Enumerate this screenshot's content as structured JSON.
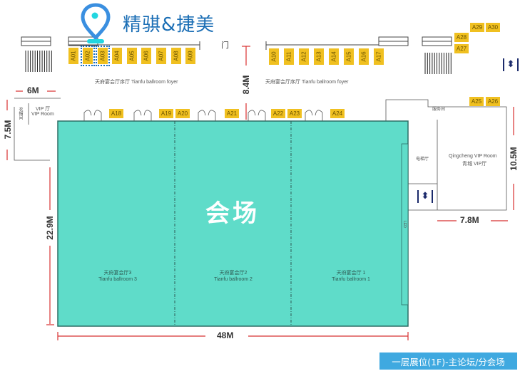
{
  "brand": {
    "name": "精骐&捷美",
    "pin_icon": "location-pin-icon",
    "pin_color": "#3a8fe0"
  },
  "booths_top_left": [
    "A01",
    "A02",
    "A03",
    "A04",
    "A05",
    "A06",
    "A07",
    "A08",
    "A09"
  ],
  "booths_top_right": [
    "A10",
    "A11",
    "A12",
    "A13",
    "A14",
    "A15",
    "A16",
    "A17"
  ],
  "booths_front": [
    "A18",
    "A19",
    "A20",
    "A21",
    "A22",
    "A23",
    "A24"
  ],
  "booths_corner": [
    "A27",
    "A28",
    "A29",
    "A30",
    "A25",
    "A26"
  ],
  "highlighted_booths": [
    "A02",
    "A03"
  ],
  "labels": {
    "door": "门",
    "foyer_left": "天府宴会厅序厅    Tianfu ballroom foyer",
    "foyer_right": "天府宴会厅序厅    Tianfu ballroom foyer",
    "cloakroom": "衣帽间",
    "vip_cn": "VIP 厅",
    "vip_en": "VIP Room",
    "service": "服务间",
    "elevator_hall": "电梯厅",
    "qingcheng_en": "Qingcheng VIP Room",
    "qingcheng_cn": "青城 VIP厅",
    "led": "LED",
    "venue": "会场",
    "hall3_cn": "天府宴会厅3",
    "hall3_en": "Tianfu ballroom 3",
    "hall2_cn": "天府宴会厅2",
    "hall2_en": "Tianfu ballroom 2",
    "hall1_cn": "天府宴会厅 1",
    "hall1_en": "Tianfu ballroom 1"
  },
  "dimensions": {
    "d6": "6M",
    "d75": "7.5M",
    "d229": "22.9M",
    "d84": "8.4M",
    "d48": "48M",
    "d105": "10.5M",
    "d78": "7.8M"
  },
  "legend": "一层展位(1F)-主论坛/分会场",
  "colors": {
    "hall": "#5fdcc9",
    "booth": "#f0c020",
    "dimension": "#d83030",
    "legend": "#3fa9e0",
    "brand": "#1b6eb5"
  }
}
